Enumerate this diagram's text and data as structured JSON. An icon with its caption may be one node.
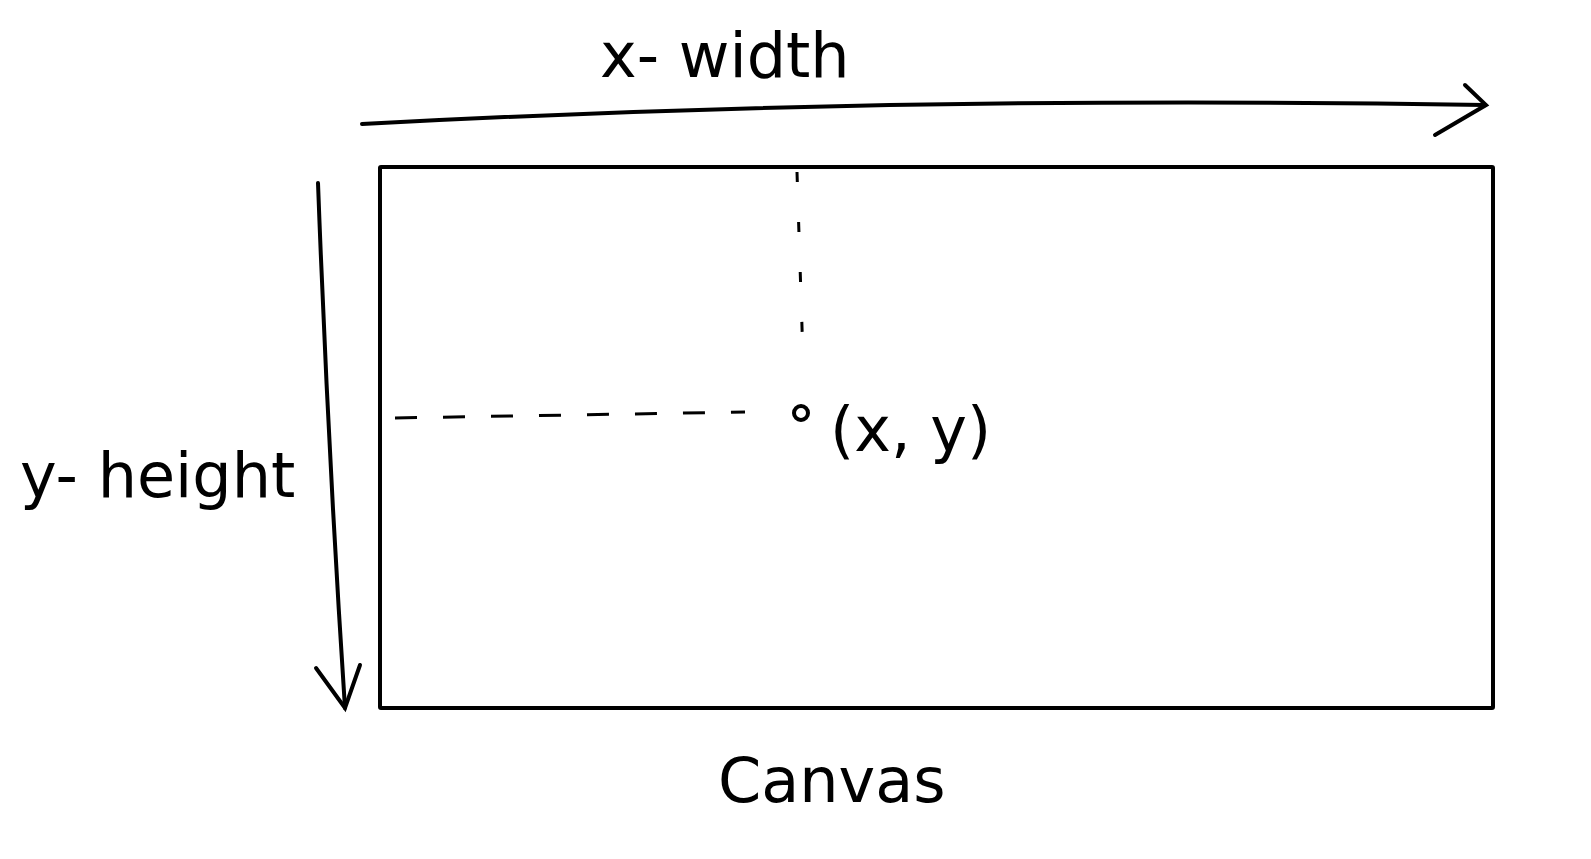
{
  "diagram": {
    "nodes": [
      {
        "text": [],
        "shape": "box",
        "beside": [
          "Canvas"
        ]
      },
      {
        "text": [],
        "shape": "circle",
        "in": 0,
        "beside": [
          "(x, y)"
        ]
      }
    ],
    "labels": [
      "x- width",
      "y- height"
    ]
  }
}
